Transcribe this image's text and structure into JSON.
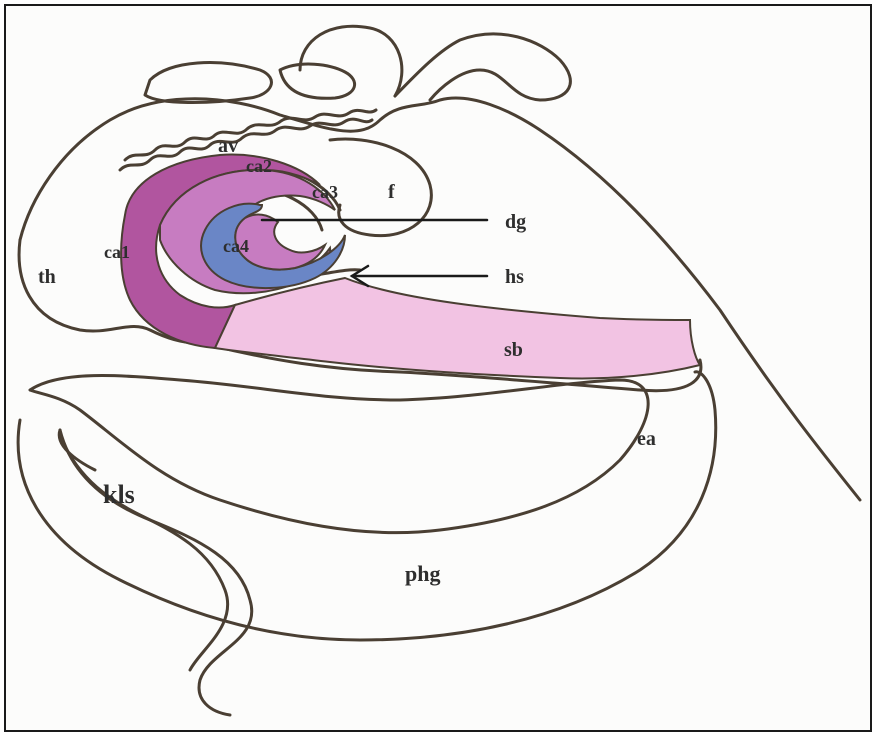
{
  "diagram": {
    "labels": {
      "av": "av",
      "ca2": "ca2",
      "ca3": "ca3",
      "f": "f",
      "dg": "dg",
      "ca1": "ca1",
      "ca4": "ca4",
      "hs": "hs",
      "th": "th",
      "sb": "sb",
      "ea": "ea",
      "kls": "kls",
      "phg": "phg"
    },
    "colors": {
      "outline": "#4a3f33",
      "cornu_ammonis": "#c77cc1",
      "ca1_sector": "#b1559f",
      "subiculum": "#f2c3e3",
      "dentate_gyrus": "#6a86c6",
      "ca4_hilus": "#c77cc1"
    }
  }
}
